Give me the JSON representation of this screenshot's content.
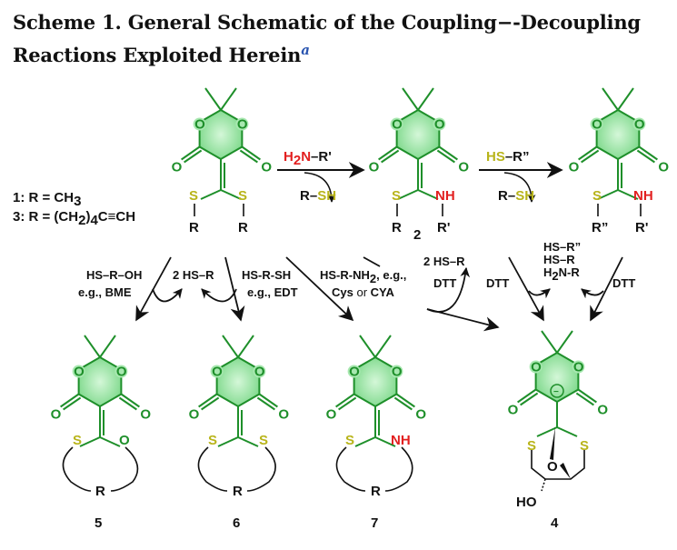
{
  "title": {
    "line1": "Scheme 1. General Schematic of the Coupling−-Decoupling",
    "line2": "Reactions Exploited Herein",
    "footnote_mark": "a"
  },
  "atoms": {
    "O": "O",
    "S": "S",
    "NH": "NH",
    "R": "R",
    "R1": "R'",
    "R2": "R”",
    "minus": "−",
    "HO": "HO"
  },
  "legend": {
    "item1": "1: R = CH",
    "item1_sub": "3",
    "item3a": "3: R = (CH",
    "item3_sub": "2",
    "item3b": ")",
    "item3_sub2": "4",
    "item3c": "C≡CH"
  },
  "compound_labels": {
    "c2": "2",
    "c5": "5",
    "c6": "6",
    "c7": "7",
    "c4": "4"
  },
  "reagents": {
    "amine_a": "H",
    "amine_sub": "2",
    "amine_b": "N",
    "amine_c": "–R'",
    "thiol_a": "HS",
    "thiol_b": "–R”",
    "byproduct1_a": "R–",
    "byproduct1_b": "SH",
    "byproduct2_a": "R–",
    "byproduct2_b": "SH",
    "hs_r_oh": "HS–R–OH",
    "eg_bme": "e.g., BME",
    "two_hs_r_a": "2 HS–R",
    "hs_r_sh": "HS-R-SH",
    "eg_edt": "e.g., EDT",
    "hs_r_nh2_a": "HS-R-NH",
    "hs_r_nh2_sub": "2",
    "hs_r_nh2_b": ", e.g.,",
    "cys": "Cys ",
    "or": "or",
    "cya": " CYA",
    "two_hs_r_b": "2 HS–R",
    "dtt1": "DTT",
    "dtt2": "DTT",
    "stack1": "HS–R”",
    "stack2": "HS–R",
    "stack3_a": "H",
    "stack3_sub": "2",
    "stack3_b": "N-R",
    "dtt3": "DTT"
  },
  "colors": {
    "ring": "#1e8f2a",
    "sulfur": "#b8b41a",
    "nitrogen": "#e21f1f",
    "footnote": "#2a55b0"
  }
}
